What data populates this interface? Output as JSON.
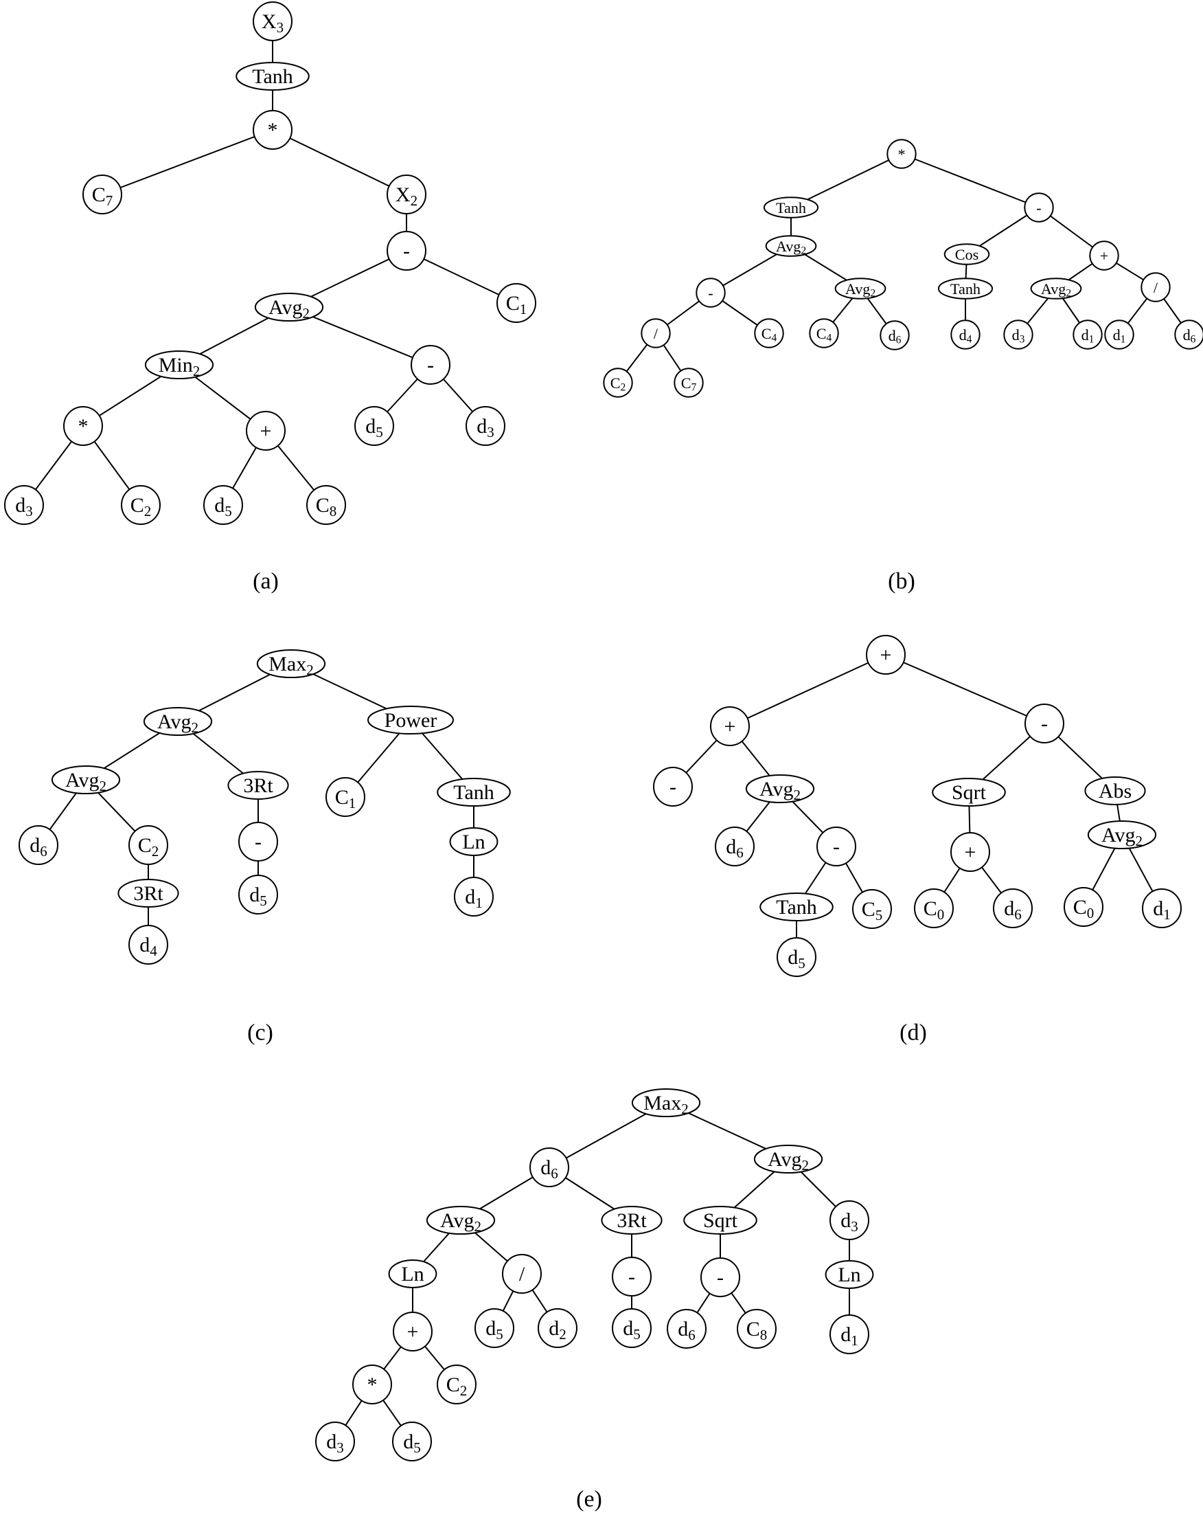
{
  "figures": [
    {
      "id": "a",
      "caption": "(a)",
      "nodes": [
        {
          "id": "x3",
          "t": "X",
          "s": "3",
          "p": null
        },
        {
          "id": "tanh",
          "t": "Tanh",
          "p": "x3"
        },
        {
          "id": "mul",
          "t": "*",
          "p": "tanh"
        },
        {
          "id": "c7",
          "t": "C",
          "s": "7",
          "p": "mul"
        },
        {
          "id": "x2",
          "t": "X",
          "s": "2",
          "p": "mul"
        },
        {
          "id": "minus",
          "t": "-",
          "p": "x2"
        },
        {
          "id": "avg2",
          "t": "Avg",
          "s": "2",
          "p": "minus"
        },
        {
          "id": "c1",
          "t": "C",
          "s": "1",
          "p": "minus"
        },
        {
          "id": "min2",
          "t": "Min",
          "s": "2",
          "p": "avg2"
        },
        {
          "id": "minus2",
          "t": "-",
          "p": "avg2"
        },
        {
          "id": "mul2",
          "t": "*",
          "p": "min2"
        },
        {
          "id": "plus",
          "t": "+",
          "p": "min2"
        },
        {
          "id": "d5a",
          "t": "d",
          "s": "5",
          "p": "minus2"
        },
        {
          "id": "d3a",
          "t": "d",
          "s": "3",
          "p": "minus2"
        },
        {
          "id": "d3b",
          "t": "d",
          "s": "3",
          "p": "mul2"
        },
        {
          "id": "c2",
          "t": "C",
          "s": "2",
          "p": "mul2"
        },
        {
          "id": "d5b",
          "t": "d",
          "s": "5",
          "p": "plus"
        },
        {
          "id": "c8",
          "t": "C",
          "s": "8",
          "p": "plus"
        }
      ]
    },
    {
      "id": "b",
      "caption": "(b)",
      "nodes": [
        {
          "id": "mul",
          "t": "*",
          "p": null
        },
        {
          "id": "tanh",
          "t": "Tanh",
          "p": "mul"
        },
        {
          "id": "minus",
          "t": "-",
          "p": "mul"
        },
        {
          "id": "avg",
          "t": "Avg",
          "s": "2",
          "p": "tanh"
        },
        {
          "id": "minus2",
          "t": "-",
          "p": "avg"
        },
        {
          "id": "avg2",
          "t": "Avg",
          "s": "2",
          "p": "avg"
        },
        {
          "id": "div",
          "t": "/",
          "p": "minus2"
        },
        {
          "id": "c4a",
          "t": "C",
          "s": "4",
          "p": "minus2"
        },
        {
          "id": "c2",
          "t": "C",
          "s": "2",
          "p": "div"
        },
        {
          "id": "c7",
          "t": "C",
          "s": "7",
          "p": "div"
        },
        {
          "id": "c4b",
          "t": "C",
          "s": "4",
          "p": "avg2"
        },
        {
          "id": "d6a",
          "t": "d",
          "s": "6",
          "p": "avg2"
        },
        {
          "id": "cos",
          "t": "Cos",
          "p": "minus"
        },
        {
          "id": "plus",
          "t": "+",
          "p": "minus"
        },
        {
          "id": "tanh2",
          "t": "Tanh",
          "p": "cos"
        },
        {
          "id": "d4",
          "t": "d",
          "s": "4",
          "p": "tanh2"
        },
        {
          "id": "avg3",
          "t": "Avg",
          "s": "2",
          "p": "plus"
        },
        {
          "id": "div2",
          "t": "/",
          "p": "plus"
        },
        {
          "id": "d3",
          "t": "d",
          "s": "3",
          "p": "avg3"
        },
        {
          "id": "d1a",
          "t": "d",
          "s": "1",
          "p": "avg3"
        },
        {
          "id": "d1b",
          "t": "d",
          "s": "1",
          "p": "div2"
        },
        {
          "id": "d6b",
          "t": "d",
          "s": "6",
          "p": "div2"
        }
      ]
    },
    {
      "id": "c",
      "caption": "(c)",
      "nodes": [
        {
          "id": "max2",
          "t": "Max",
          "s": "2",
          "p": null
        },
        {
          "id": "avg2a",
          "t": "Avg",
          "s": "2",
          "p": "max2"
        },
        {
          "id": "power",
          "t": "Power",
          "p": "max2"
        },
        {
          "id": "avg2b",
          "t": "Avg",
          "s": "2",
          "p": "avg2a"
        },
        {
          "id": "rt3",
          "t": "3Rt",
          "p": "avg2a"
        },
        {
          "id": "d6",
          "t": "d",
          "s": "6",
          "p": "avg2b"
        },
        {
          "id": "c2",
          "t": "C",
          "s": "2",
          "p": "avg2b"
        },
        {
          "id": "rt3b",
          "t": "3Rt",
          "p": "c2"
        },
        {
          "id": "d4",
          "t": "d",
          "s": "4",
          "p": "rt3b"
        },
        {
          "id": "minus",
          "t": "-",
          "p": "rt3"
        },
        {
          "id": "d5",
          "t": "d",
          "s": "5",
          "p": "minus"
        },
        {
          "id": "c1",
          "t": "C",
          "s": "1",
          "p": "power"
        },
        {
          "id": "tanh",
          "t": "Tanh",
          "p": "power"
        },
        {
          "id": "ln",
          "t": "Ln",
          "p": "tanh"
        },
        {
          "id": "d1",
          "t": "d",
          "s": "1",
          "p": "ln"
        }
      ]
    },
    {
      "id": "d",
      "caption": "(d)",
      "nodes": [
        {
          "id": "plus",
          "t": "+",
          "p": null
        },
        {
          "id": "plus2",
          "t": "+",
          "p": "plus"
        },
        {
          "id": "minus",
          "t": "-",
          "p": "plus"
        },
        {
          "id": "minus2",
          "t": "-",
          "p": "plus2"
        },
        {
          "id": "avg2",
          "t": "Avg",
          "s": "2",
          "p": "plus2"
        },
        {
          "id": "d6",
          "t": "d",
          "s": "6",
          "p": "avg2"
        },
        {
          "id": "minus3",
          "t": "-",
          "p": "avg2"
        },
        {
          "id": "tanh",
          "t": "Tanh",
          "p": "minus3"
        },
        {
          "id": "c5",
          "t": "C",
          "s": "5",
          "p": "minus3"
        },
        {
          "id": "d5",
          "t": "d",
          "s": "5",
          "p": "tanh"
        },
        {
          "id": "sqrt",
          "t": "Sqrt",
          "p": "minus"
        },
        {
          "id": "abs",
          "t": "Abs",
          "p": "minus"
        },
        {
          "id": "plus3",
          "t": "+",
          "p": "sqrt"
        },
        {
          "id": "c0a",
          "t": "C",
          "s": "0",
          "p": "plus3"
        },
        {
          "id": "d6b",
          "t": "d",
          "s": "6",
          "p": "plus3"
        },
        {
          "id": "avg2b",
          "t": "Avg",
          "s": "2",
          "p": "abs"
        },
        {
          "id": "c0b",
          "t": "C",
          "s": "0",
          "p": "avg2b"
        },
        {
          "id": "d1",
          "t": "d",
          "s": "1",
          "p": "avg2b"
        }
      ]
    },
    {
      "id": "e",
      "caption": "(e)",
      "nodes": [
        {
          "id": "max2",
          "t": "Max",
          "s": "2",
          "p": null
        },
        {
          "id": "d6",
          "t": "d",
          "s": "6",
          "p": "max2"
        },
        {
          "id": "avg2",
          "t": "Avg",
          "s": "2",
          "p": "max2"
        },
        {
          "id": "avg2b",
          "t": "Avg",
          "s": "2",
          "p": "d6"
        },
        {
          "id": "rt3",
          "t": "3Rt",
          "p": "d6"
        },
        {
          "id": "ln",
          "t": "Ln",
          "p": "avg2b"
        },
        {
          "id": "div",
          "t": "/",
          "p": "avg2b"
        },
        {
          "id": "plus",
          "t": "+",
          "p": "ln"
        },
        {
          "id": "mul",
          "t": "*",
          "p": "plus"
        },
        {
          "id": "c2",
          "t": "C",
          "s": "2",
          "p": "plus"
        },
        {
          "id": "d3",
          "t": "d",
          "s": "3",
          "p": "mul"
        },
        {
          "id": "d5a",
          "t": "d",
          "s": "5",
          "p": "mul"
        },
        {
          "id": "d5b",
          "t": "d",
          "s": "5",
          "p": "div"
        },
        {
          "id": "d2",
          "t": "d",
          "s": "2",
          "p": "div"
        },
        {
          "id": "minus",
          "t": "-",
          "p": "rt3"
        },
        {
          "id": "d5c",
          "t": "d",
          "s": "5",
          "p": "minus"
        },
        {
          "id": "sqrt",
          "t": "Sqrt",
          "p": "avg2"
        },
        {
          "id": "d3b",
          "t": "d",
          "s": "3",
          "p": "avg2"
        },
        {
          "id": "minus2",
          "t": "-",
          "p": "sqrt"
        },
        {
          "id": "d6b",
          "t": "d",
          "s": "6",
          "p": "minus2"
        },
        {
          "id": "c8",
          "t": "C",
          "s": "8",
          "p": "minus2"
        },
        {
          "id": "ln2",
          "t": "Ln",
          "p": "d3b"
        },
        {
          "id": "d1",
          "t": "d",
          "s": "1",
          "p": "ln2"
        }
      ]
    }
  ]
}
